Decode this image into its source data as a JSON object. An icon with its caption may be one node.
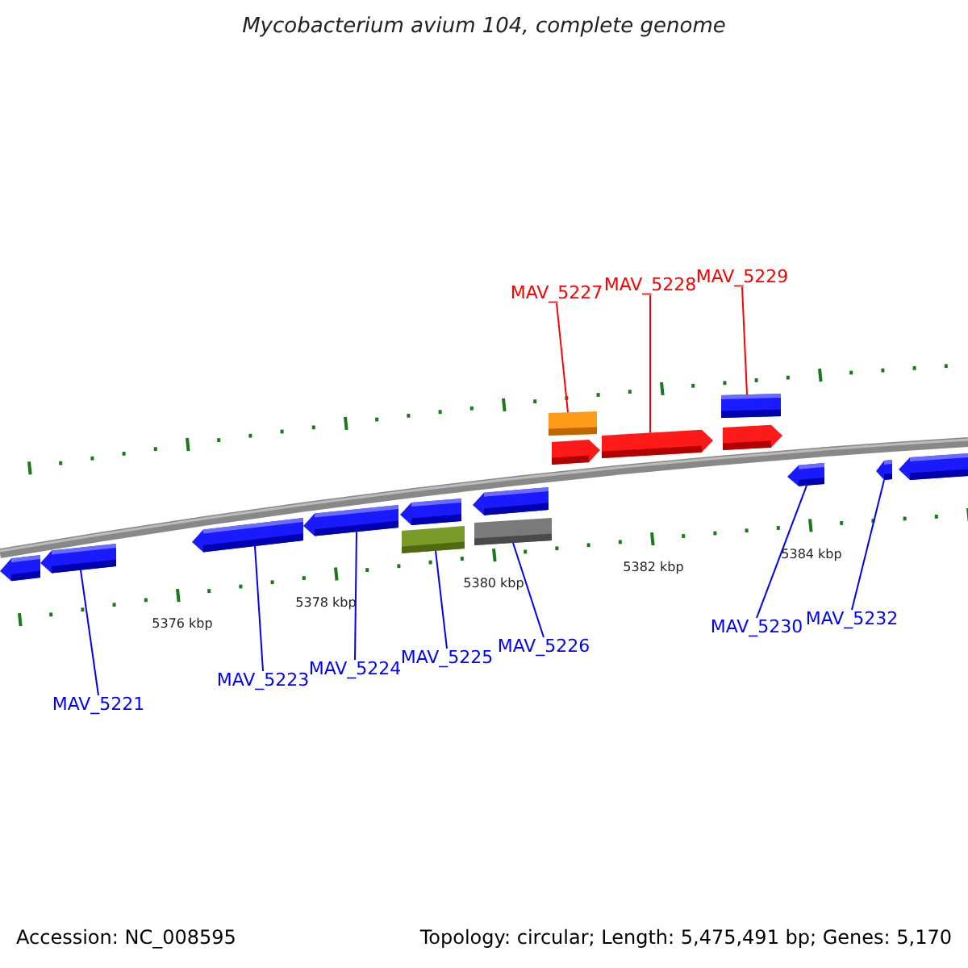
{
  "diagram": {
    "title": "Mycobacterium avium 104, complete genome",
    "nodes": [
      {
        "text": [
          "MAV_5221"
        ]
      },
      {
        "text": [
          "MAV_5223"
        ]
      },
      {
        "text": [
          "MAV_5224"
        ]
      },
      {
        "text": [
          "MAV_5225"
        ]
      },
      {
        "text": [
          "MAV_5226"
        ]
      },
      {
        "text": [
          "MAV_5227"
        ]
      },
      {
        "text": [
          "MAV_5228"
        ]
      },
      {
        "text": [
          "MAV_5229"
        ]
      },
      {
        "text": [
          "MAV_5230"
        ]
      },
      {
        "text": [
          "MAV_5232"
        ]
      },
      {
        "text": [],
        "shape": "arrow"
      },
      {
        "text": [],
        "shape": "arrow"
      },
      {
        "text": [],
        "shape": "arrow"
      },
      {
        "text": [],
        "shape": "arrow"
      },
      {
        "text": [],
        "shape": "arrow"
      },
      {
        "text": [],
        "shape": "box"
      },
      {
        "text": [],
        "shape": "arrow"
      },
      {
        "text": [],
        "shape": "box"
      },
      {
        "text": [],
        "shape": "box"
      },
      {
        "text": [],
        "shape": "arrow"
      },
      {
        "text": [],
        "shape": "arrow"
      },
      {
        "text": [],
        "shape": "box"
      },
      {
        "text": [],
        "shape": "arrow"
      },
      {
        "text": [],
        "shape": "arrow"
      },
      {
        "text": [],
        "shape": "arrow"
      },
      {
        "text": [],
        "shape": "arrow"
      }
    ],
    "edges": [
      {
        "from": 0,
        "to": 11,
        "arrow": "none"
      },
      {
        "from": 1,
        "to": 12,
        "arrow": "none"
      },
      {
        "from": 2,
        "to": 13,
        "arrow": "none"
      },
      {
        "from": 3,
        "to": 15,
        "arrow": "none"
      },
      {
        "from": 4,
        "to": 17,
        "arrow": "none"
      },
      {
        "from": 5,
        "to": 18,
        "arrow": "none",
        "color": "#ff0000"
      },
      {
        "from": 6,
        "to": 20,
        "arrow": "none",
        "color": "#ff0000"
      },
      {
        "from": 7,
        "to": 21,
        "arrow": "none",
        "color": "#ff0000"
      },
      {
        "from": 8,
        "to": 23,
        "arrow": "none"
      },
      {
        "from": 9,
        "to": 24,
        "arrow": "none"
      }
    ],
    "labels": [
      "5376 kbp",
      "5378 kbp",
      "5380 kbp",
      "5382 kbp",
      "5384 kbp",
      "Accession: NC_008595",
      "Topology: circular; Length: 5,475,491 bp; Genes: 5,170"
    ]
  }
}
